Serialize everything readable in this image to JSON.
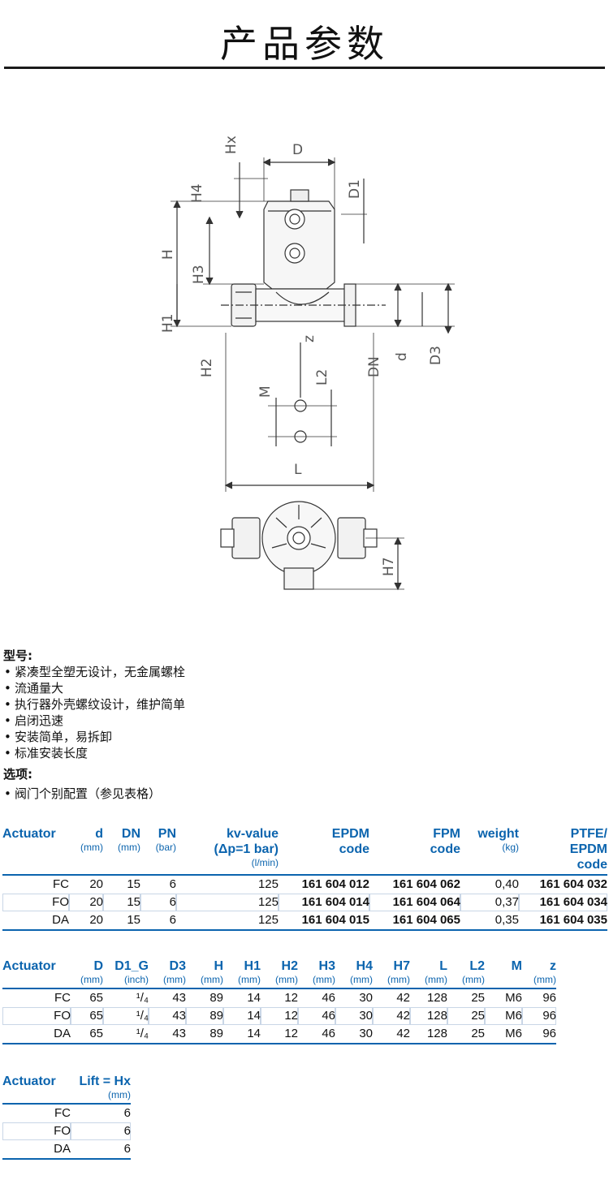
{
  "title": "产品参数",
  "drawing": {
    "labels": {
      "hx": "Hx",
      "d_cap": "D",
      "d1": "D1",
      "h4": "H4",
      "h": "H",
      "h3": "H3",
      "h1": "H1",
      "h2": "H2",
      "l2": "L2",
      "dn": "DN",
      "d_small": "d",
      "d3": "D3",
      "m": "M",
      "z": "z",
      "l": "L",
      "h7": "H7"
    }
  },
  "features": {
    "head": "型号:",
    "items": [
      "紧凑型全塑无设计，无金属螺栓",
      "流通量大",
      "执行器外壳螺纹设计，维护简单",
      "启闭迅速",
      "安装简单，易拆卸",
      "标准安装长度"
    ]
  },
  "options": {
    "head": "选项:",
    "items": [
      "阀门个别配置（参见表格）"
    ]
  },
  "table1": {
    "headers": [
      {
        "label": "Actuator",
        "unit": ""
      },
      {
        "label": "d",
        "unit": "(mm)"
      },
      {
        "label": "DN",
        "unit": "(mm)"
      },
      {
        "label": "PN",
        "unit": "(bar)"
      },
      {
        "label": "kv-value\n(Δp=1 bar)",
        "unit": "(l/min)"
      },
      {
        "label": "EPDM\ncode",
        "unit": ""
      },
      {
        "label": "FPM\ncode",
        "unit": ""
      },
      {
        "label": "weight",
        "unit": "(kg)"
      },
      {
        "label": "PTFE/\nEPDM\ncode",
        "unit": ""
      }
    ],
    "rows": [
      [
        "FC",
        "20",
        "15",
        "6",
        "125",
        "161 604 012",
        "161 604 062",
        "0,40",
        "161 604 032"
      ],
      [
        "FO",
        "20",
        "15",
        "6",
        "125",
        "161 604 014",
        "161 604 064",
        "0,37",
        "161 604 034"
      ],
      [
        "DA",
        "20",
        "15",
        "6",
        "125",
        "161 604 015",
        "161 604 065",
        "0,35",
        "161 604 035"
      ]
    ]
  },
  "table2": {
    "headers": [
      {
        "label": "Actuator",
        "unit": ""
      },
      {
        "label": "D",
        "unit": "(mm)"
      },
      {
        "label": "D1_G",
        "unit": "(inch)"
      },
      {
        "label": "D3",
        "unit": "(mm)"
      },
      {
        "label": "H",
        "unit": "(mm)"
      },
      {
        "label": "H1",
        "unit": "(mm)"
      },
      {
        "label": "H2",
        "unit": "(mm)"
      },
      {
        "label": "H3",
        "unit": "(mm)"
      },
      {
        "label": "H4",
        "unit": "(mm)"
      },
      {
        "label": "H7",
        "unit": "(mm)"
      },
      {
        "label": "L",
        "unit": "(mm)"
      },
      {
        "label": "L2",
        "unit": "(mm)"
      },
      {
        "label": "M",
        "unit": ""
      },
      {
        "label": "z",
        "unit": "(mm)"
      }
    ],
    "rows": [
      [
        "FC",
        "65",
        "¹/₄",
        "43",
        "89",
        "14",
        "12",
        "46",
        "30",
        "42",
        "128",
        "25",
        "M6",
        "96"
      ],
      [
        "FO",
        "65",
        "¹/₄",
        "43",
        "89",
        "14",
        "12",
        "46",
        "30",
        "42",
        "128",
        "25",
        "M6",
        "96"
      ],
      [
        "DA",
        "65",
        "¹/₄",
        "43",
        "89",
        "14",
        "12",
        "46",
        "30",
        "42",
        "128",
        "25",
        "M6",
        "96"
      ]
    ]
  },
  "table3": {
    "headers": [
      {
        "label": "Actuator",
        "unit": ""
      },
      {
        "label": "Lift = Hx",
        "unit": "(mm)"
      }
    ],
    "rows": [
      [
        "FC",
        "6"
      ],
      [
        "FO",
        "6"
      ],
      [
        "DA",
        "6"
      ]
    ]
  },
  "colors": {
    "accent": "#0b64ae",
    "text": "#111111",
    "line": "#333333"
  }
}
